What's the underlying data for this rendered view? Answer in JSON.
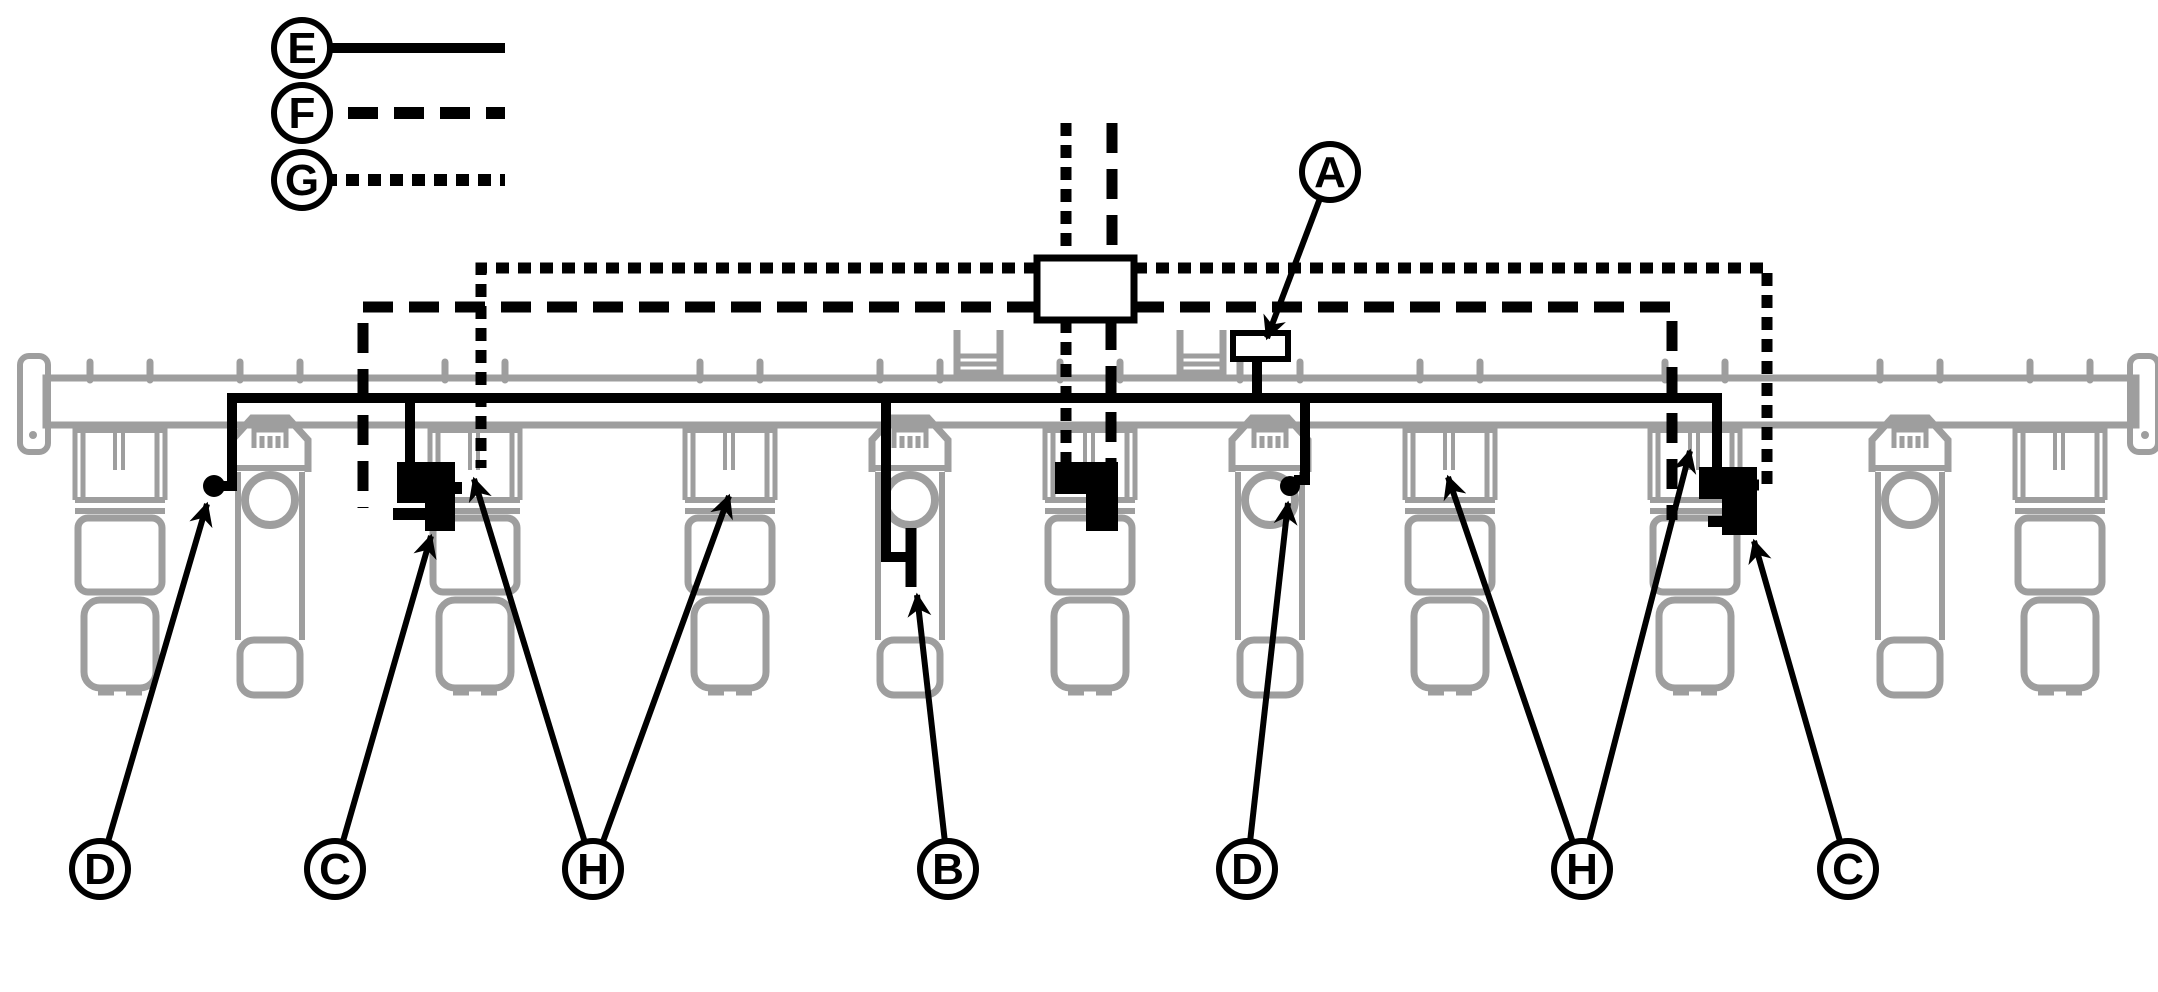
{
  "legend": {
    "items": [
      {
        "label": "E",
        "line_style": "solid"
      },
      {
        "label": "F",
        "line_style": "dashed"
      },
      {
        "label": "G",
        "line_style": "dotted"
      }
    ]
  },
  "callouts": [
    {
      "id": "a",
      "label": "A"
    },
    {
      "id": "d-left",
      "label": "D"
    },
    {
      "id": "c-left",
      "label": "C"
    },
    {
      "id": "h-left",
      "label": "H"
    },
    {
      "id": "b",
      "label": "B"
    },
    {
      "id": "d-right",
      "label": "D"
    },
    {
      "id": "h-right",
      "label": "H"
    },
    {
      "id": "c-right",
      "label": "C"
    }
  ],
  "colors": {
    "wiring": "#000000",
    "machine": "#9e9e9e",
    "background": "#ffffff"
  }
}
